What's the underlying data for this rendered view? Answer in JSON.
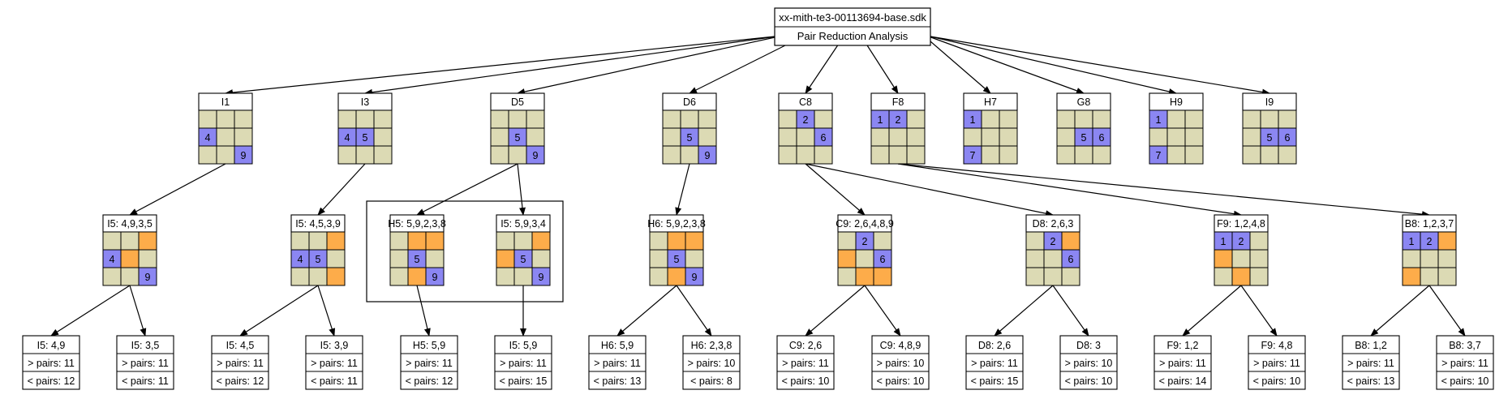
{
  "colors": {
    "empty": "#dcdab4",
    "given": "#8b86f2",
    "pair": "#fdac4a",
    "stroke": "#000000",
    "background": "#ffffff"
  },
  "root": {
    "title": "xx-mith-te3-00113694-base.sdk",
    "subtitle": "Pair Reduction Analysis"
  },
  "level1": [
    {
      "label": "I1",
      "cells": [
        "",
        "",
        "",
        "4",
        "",
        "",
        "",
        "",
        "9"
      ],
      "colors": [
        "e",
        "e",
        "e",
        "b",
        "e",
        "e",
        "e",
        "e",
        "b"
      ]
    },
    {
      "label": "I3",
      "cells": [
        "",
        "",
        "",
        "4",
        "5",
        "",
        "",
        "",
        ""
      ],
      "colors": [
        "e",
        "e",
        "e",
        "b",
        "b",
        "e",
        "e",
        "e",
        "e"
      ]
    },
    {
      "label": "D5",
      "cells": [
        "",
        "",
        "",
        "",
        "5",
        "",
        "",
        "",
        "9"
      ],
      "colors": [
        "e",
        "e",
        "e",
        "e",
        "b",
        "e",
        "e",
        "e",
        "b"
      ]
    },
    {
      "label": "D6",
      "cells": [
        "",
        "",
        "",
        "",
        "5",
        "",
        "",
        "",
        "9"
      ],
      "colors": [
        "e",
        "e",
        "e",
        "e",
        "b",
        "e",
        "e",
        "e",
        "b"
      ]
    },
    {
      "label": "C8",
      "cells": [
        "",
        "2",
        "",
        "",
        "",
        "6",
        "",
        "",
        ""
      ],
      "colors": [
        "e",
        "b",
        "e",
        "e",
        "e",
        "b",
        "e",
        "e",
        "e"
      ]
    },
    {
      "label": "F8",
      "cells": [
        "1",
        "2",
        "",
        "",
        "",
        "",
        "",
        "",
        ""
      ],
      "colors": [
        "b",
        "b",
        "e",
        "e",
        "e",
        "e",
        "e",
        "e",
        "e"
      ]
    },
    {
      "label": "H7",
      "cells": [
        "1",
        "",
        "",
        "",
        "",
        "",
        "7",
        "",
        ""
      ],
      "colors": [
        "b",
        "e",
        "e",
        "e",
        "e",
        "e",
        "b",
        "e",
        "e"
      ]
    },
    {
      "label": "G8",
      "cells": [
        "",
        "",
        "",
        "",
        "5",
        "6",
        "",
        "",
        ""
      ],
      "colors": [
        "e",
        "e",
        "e",
        "e",
        "b",
        "b",
        "e",
        "e",
        "e"
      ]
    },
    {
      "label": "H9",
      "cells": [
        "1",
        "",
        "",
        "",
        "",
        "",
        "7",
        "",
        ""
      ],
      "colors": [
        "b",
        "e",
        "e",
        "e",
        "e",
        "e",
        "b",
        "e",
        "e"
      ]
    },
    {
      "label": "I9",
      "cells": [
        "",
        "",
        "",
        "",
        "5",
        "6",
        "",
        "",
        ""
      ],
      "colors": [
        "e",
        "e",
        "e",
        "e",
        "b",
        "b",
        "e",
        "e",
        "e"
      ]
    }
  ],
  "level2": [
    {
      "label": "I5: 4,9,3,5",
      "cells": [
        "",
        "",
        "",
        "4",
        "",
        "",
        "",
        "",
        "9"
      ],
      "colors": [
        "e",
        "e",
        "o",
        "b",
        "o",
        "e",
        "e",
        "e",
        "b"
      ]
    },
    {
      "label": "I5: 4,5,3,9",
      "cells": [
        "",
        "",
        "",
        "4",
        "5",
        "",
        "",
        "",
        ""
      ],
      "colors": [
        "e",
        "e",
        "o",
        "b",
        "b",
        "e",
        "e",
        "e",
        "o"
      ]
    },
    {
      "label": "H5: 5,9,2,3,8",
      "cells": [
        "",
        "",
        "",
        "",
        "5",
        "",
        "",
        "",
        "9"
      ],
      "colors": [
        "e",
        "o",
        "o",
        "e",
        "b",
        "e",
        "e",
        "o",
        "b"
      ]
    },
    {
      "label": "I5: 5,9,3,4",
      "cells": [
        "",
        "",
        "",
        "",
        "5",
        "",
        "",
        "",
        "9"
      ],
      "colors": [
        "e",
        "e",
        "o",
        "o",
        "b",
        "e",
        "e",
        "e",
        "b"
      ]
    },
    {
      "label": "H6: 5,9,2,3,8",
      "cells": [
        "",
        "",
        "",
        "",
        "5",
        "",
        "",
        "",
        "9"
      ],
      "colors": [
        "e",
        "o",
        "o",
        "e",
        "b",
        "e",
        "e",
        "o",
        "b"
      ]
    },
    {
      "label": "C9: 2,6,4,8,9",
      "cells": [
        "",
        "2",
        "",
        "",
        "",
        "6",
        "",
        "",
        ""
      ],
      "colors": [
        "e",
        "b",
        "e",
        "o",
        "e",
        "b",
        "e",
        "o",
        "o"
      ]
    },
    {
      "label": "D8: 2,6,3",
      "cells": [
        "",
        "2",
        "",
        "",
        "",
        "6",
        "",
        "",
        ""
      ],
      "colors": [
        "e",
        "b",
        "o",
        "e",
        "e",
        "b",
        "e",
        "e",
        "e"
      ]
    },
    {
      "label": "F9: 1,2,4,8",
      "cells": [
        "1",
        "2",
        "",
        "",
        "",
        "",
        "",
        "",
        ""
      ],
      "colors": [
        "b",
        "b",
        "e",
        "o",
        "e",
        "e",
        "e",
        "o",
        "e"
      ]
    },
    {
      "label": "B8: 1,2,3,7",
      "cells": [
        "1",
        "2",
        "",
        "",
        "",
        "",
        "",
        "",
        ""
      ],
      "colors": [
        "b",
        "b",
        "o",
        "e",
        "e",
        "e",
        "o",
        "e",
        "e"
      ]
    }
  ],
  "level3": [
    {
      "label": "I5: 4,9",
      "gt": "> pairs: 11",
      "lt": "< pairs: 12"
    },
    {
      "label": "I5: 3,5",
      "gt": "> pairs: 11",
      "lt": "< pairs: 11"
    },
    {
      "label": "I5: 4,5",
      "gt": "> pairs: 11",
      "lt": "< pairs: 12"
    },
    {
      "label": "I5: 3,9",
      "gt": "> pairs: 11",
      "lt": "< pairs: 11"
    },
    {
      "label": "H5: 5,9",
      "gt": "> pairs: 11",
      "lt": "< pairs: 12"
    },
    {
      "label": "I5: 5,9",
      "gt": "> pairs: 11",
      "lt": "< pairs: 15"
    },
    {
      "label": "H6: 5,9",
      "gt": "> pairs: 11",
      "lt": "< pairs: 13"
    },
    {
      "label": "H6: 2,3,8",
      "gt": "> pairs: 10",
      "lt": "< pairs: 8"
    },
    {
      "label": "C9: 2,6",
      "gt": "> pairs: 11",
      "lt": "< pairs: 10"
    },
    {
      "label": "C9: 4,8,9",
      "gt": "> pairs: 10",
      "lt": "< pairs: 10"
    },
    {
      "label": "D8: 2,6",
      "gt": "> pairs: 11",
      "lt": "< pairs: 15"
    },
    {
      "label": "D8: 3",
      "gt": "> pairs: 10",
      "lt": "< pairs: 10"
    },
    {
      "label": "F9: 1,2",
      "gt": "> pairs: 11",
      "lt": "< pairs: 14"
    },
    {
      "label": "F9: 4,8",
      "gt": "> pairs: 11",
      "lt": "< pairs: 10"
    },
    {
      "label": "B8: 1,2",
      "gt": "> pairs: 11",
      "lt": "< pairs: 13"
    },
    {
      "label": "B8: 3,7",
      "gt": "> pairs: 11",
      "lt": "< pairs: 10"
    }
  ]
}
